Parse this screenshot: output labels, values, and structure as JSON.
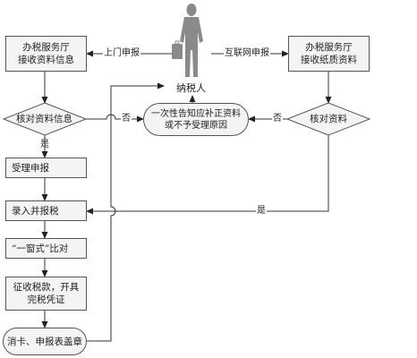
{
  "nodes": {
    "office_left": "办税服务厅\n接收资料信息",
    "office_right": "办税服务厅\n接收纸质资料",
    "taxpayer": "纳税人",
    "check_left": "核对资料信息",
    "check_right": "核对资料",
    "notify": "一次性告知应补正资料\n或不予受理原因",
    "accept": "受理申报",
    "enter": "录入并报税",
    "compare": "“一窗式”比对",
    "collect": "征收税款，开具\n完税凭证",
    "stamp": "消卡、申报表盖章"
  },
  "edge_labels": {
    "onsite": "上门申报",
    "online": "互联网申报",
    "no_left": "否",
    "no_right": "否",
    "yes_left": "是",
    "yes_right": "是"
  },
  "icons": {
    "taxpayer": "person-with-briefcase-icon"
  }
}
